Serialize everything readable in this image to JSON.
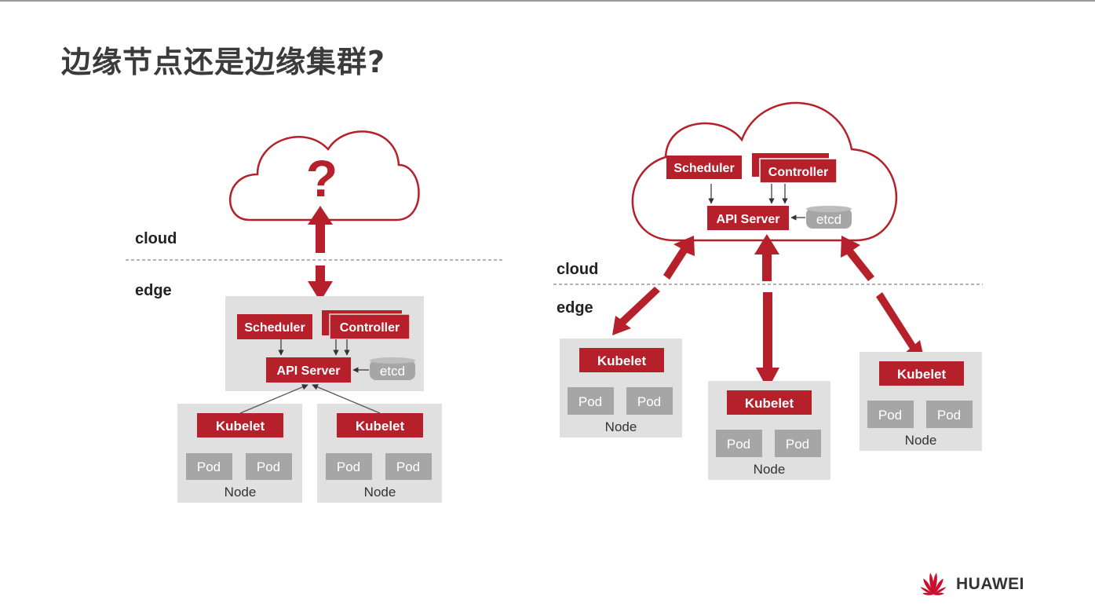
{
  "title": "边缘节点还是边缘集群?",
  "colors": {
    "accent_red": "#b5202a",
    "node_bg": "#e0e0e0",
    "pod_bg": "#a6a6a6",
    "cloud_stroke": "#b5202a",
    "divider": "#999999"
  },
  "left_diagram": {
    "cloud_symbol": "?",
    "cloud_label": "cloud",
    "edge_label": "edge",
    "scheduler": "Scheduler",
    "controller": "Controller",
    "api_server": "API Server",
    "etcd": "etcd",
    "nodes": [
      {
        "kubelet": "Kubelet",
        "pods": [
          "Pod",
          "Pod"
        ],
        "label": "Node"
      },
      {
        "kubelet": "Kubelet",
        "pods": [
          "Pod",
          "Pod"
        ],
        "label": "Node"
      }
    ]
  },
  "right_diagram": {
    "cloud_label": "cloud",
    "edge_label": "edge",
    "scheduler": "Scheduler",
    "controller": "Controller",
    "api_server": "API Server",
    "etcd": "etcd",
    "nodes": [
      {
        "kubelet": "Kubelet",
        "pods": [
          "Pod",
          "Pod"
        ],
        "label": "Node"
      },
      {
        "kubelet": "Kubelet",
        "pods": [
          "Pod",
          "Pod"
        ],
        "label": "Node"
      },
      {
        "kubelet": "Kubelet",
        "pods": [
          "Pod",
          "Pod"
        ],
        "label": "Node"
      }
    ]
  },
  "logo": {
    "text": "HUAWEI",
    "icon": "huawei-flower-icon"
  }
}
